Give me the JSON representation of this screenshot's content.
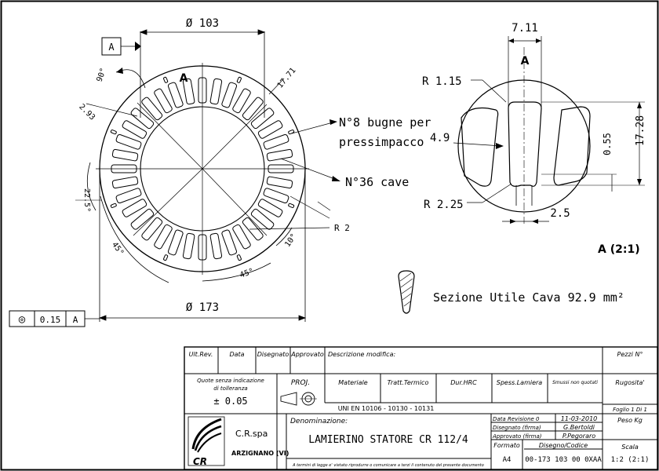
{
  "drawing": {
    "dims": {
      "outer_diameter": "Ø 103",
      "big_diameter": "Ø 173",
      "angle_90": "90°",
      "dim_2_93": "2.93",
      "dim_17_71": "17.71",
      "angle_22_5": "22.5°",
      "angle_45_left": "45°",
      "angle_45_bottom": "45°",
      "angle_10": "10°",
      "radius_2": "R 2",
      "dim_7_11": "7.11",
      "radius_1_15": "R 1.15",
      "dim_4_9": "4.9",
      "radius_2_25": "R 2.25",
      "dim_2_5": "2.5",
      "dim_0_55": "0.55",
      "dim_17_28": "17.28"
    },
    "datum_label": "A",
    "section_marker": "A",
    "detail_marker": "A",
    "detail_scale_label": "A (2:1)",
    "note_bugne_line1": "N°8 bugne per",
    "note_bugne_line2": "pressimpacco",
    "note_cave": "N°36 cave",
    "sezione_utile": "Sezione Utile Cava 92.9 mm²",
    "tolerance_frame": {
      "symbol": "◎",
      "value": "0.15",
      "datum": "A"
    }
  },
  "title_block": {
    "headers": {
      "ult_rev": "Ult.Rev.",
      "data": "Data",
      "disegnato": "Disegnato",
      "approvato": "Approvato",
      "descrizione": "Descrizione modifica:",
      "pezzi": "Pezzi N°"
    },
    "quote_line1": "Quote senza indicazione",
    "quote_line2": "di tolleranza",
    "quote_value": "± 0.05",
    "proj": "PROJ.",
    "materiale": "Materiale",
    "tratt_termico": "Tratt.Termico",
    "dur_hrc": "Dur.HRC",
    "spess_lamiera": "Spess.Lamiera",
    "smussi": "Smussi non quotati",
    "rugosita": "Rugosita'",
    "uni": "UNI EN 10106 - 10130 - 10131",
    "foglio": "Foglio 1  Di 1",
    "company": "C.R.spa",
    "city": "ARZIGNANO (VI)",
    "logo": "CR",
    "denominazione_label": "Denominazione:",
    "denominazione": "LAMIERINO STATORE CR 112/4",
    "data_revisione_label": "Data Revisione 0",
    "data_revisione": "11-03-2010",
    "disegnato_label": "Disegnato (firma)",
    "disegnato_name": "G.Bertoldi",
    "approvato_label": "Approvato (firma)",
    "approvato_name": "P.Pegoraro",
    "peso": "Peso Kg",
    "formato_label": "Formato",
    "formato": "A4",
    "disegno_label": "Disegno/Codice",
    "disegno": "00-173 103 00 0XAA",
    "scala_label": "Scala",
    "scala": "1:2 (2:1)",
    "legal": "A termini di legge e' vietato riprodurre o comunicare a terzi il contenuto del presente documento"
  }
}
